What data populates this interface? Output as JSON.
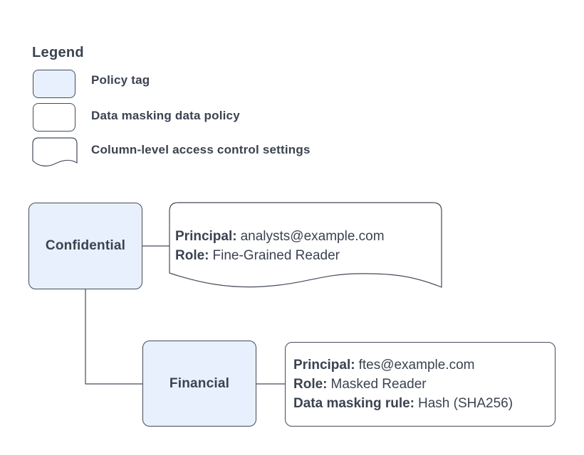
{
  "colors": {
    "background": "#ffffff",
    "policy_tag_fill": "#e8f0fe",
    "note_fill": "#ffffff",
    "shape_border": "#444b59",
    "text": "#3b4350"
  },
  "legend": {
    "title": "Legend",
    "items": [
      {
        "shape": "policy-tag",
        "label": "Policy tag"
      },
      {
        "shape": "data-masking-data-policy",
        "label": "Data masking data policy"
      },
      {
        "shape": "column-level-access-control-settings",
        "label": "Column-level access control settings"
      }
    ]
  },
  "diagram": {
    "nodes": [
      {
        "id": "confidential",
        "type": "policy-tag",
        "label": "Confidential"
      },
      {
        "id": "financial",
        "type": "policy-tag",
        "label": "Financial"
      }
    ],
    "access_control_note": {
      "type": "column-level-access-control-settings",
      "fields": [
        {
          "label": "Principal:",
          "value": "analysts@example.com"
        },
        {
          "label": "Role:",
          "value": "Fine-Grained Reader"
        }
      ]
    },
    "data_policy_note": {
      "type": "data-masking-data-policy",
      "fields": [
        {
          "label": "Principal:",
          "value": "ftes@example.com"
        },
        {
          "label": "Role:",
          "value": "Masked Reader"
        },
        {
          "label": "Data masking rule:",
          "value": "Hash (SHA256)"
        }
      ]
    },
    "edges": [
      {
        "from": "confidential",
        "to": "access_control_note"
      },
      {
        "from": "confidential",
        "to": "financial"
      },
      {
        "from": "financial",
        "to": "data_policy_note"
      }
    ]
  }
}
